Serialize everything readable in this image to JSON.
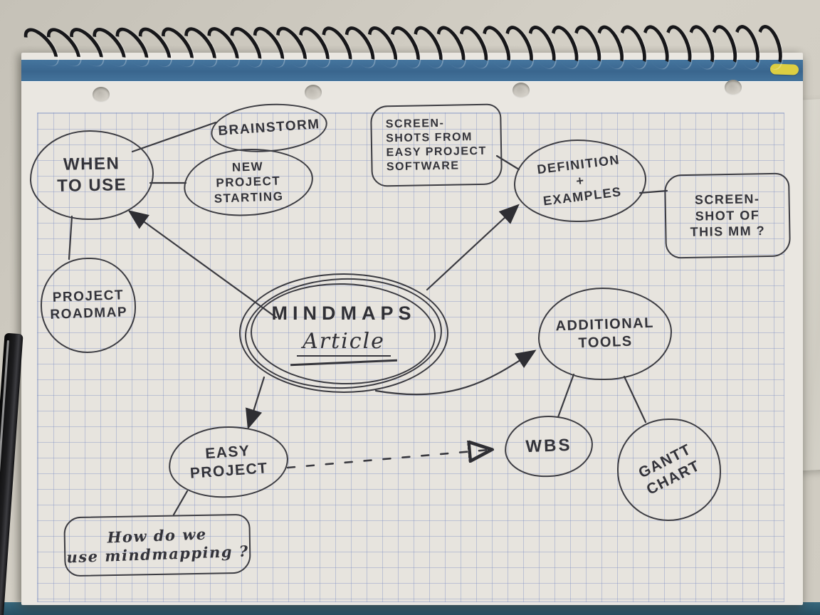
{
  "mindmap": {
    "center": {
      "title": "MINDMAPS",
      "subtitle": "Article"
    },
    "nodes": {
      "when_to_use": {
        "label": "WHEN\nTO USE"
      },
      "brainstorm": {
        "label": "BRAINSTORM"
      },
      "new_project_starting": {
        "label": "NEW\nPROJECT\nSTARTING"
      },
      "project_roadmap": {
        "label": "PROJECT\nROADMAP"
      },
      "screenshots_from_easy_project": {
        "label": "SCREEN-\nSHOTS FROM\nEASY PROJECT\nSOFTWARE"
      },
      "definition_examples": {
        "label": "DEFINITION\n+\nEXAMPLES"
      },
      "screenshot_of_this_mm": {
        "label": "SCREEN-\nSHOT OF\nTHIS MM ?"
      },
      "additional_tools": {
        "label": "ADDITIONAL\nTOOLS"
      },
      "wbs": {
        "label": "WBS"
      },
      "gantt_chart": {
        "label": "GANTT\nCHART"
      },
      "easy_project": {
        "label": "EASY\nPROJECT"
      },
      "how_do_we_use_mindmapping": {
        "label": "How do we\nuse mindmapping ?"
      }
    },
    "edges": [
      {
        "from": "mindmaps_article",
        "to": "when_to_use",
        "type": "arrow"
      },
      {
        "from": "mindmaps_article",
        "to": "definition_examples",
        "type": "arrow"
      },
      {
        "from": "mindmaps_article",
        "to": "additional_tools",
        "type": "arrow"
      },
      {
        "from": "mindmaps_article",
        "to": "easy_project",
        "type": "arrow"
      },
      {
        "from": "when_to_use",
        "to": "brainstorm",
        "type": "line"
      },
      {
        "from": "when_to_use",
        "to": "new_project_starting",
        "type": "line"
      },
      {
        "from": "when_to_use",
        "to": "project_roadmap",
        "type": "line"
      },
      {
        "from": "screenshots_from_easy_project",
        "to": "definition_examples",
        "type": "line"
      },
      {
        "from": "definition_examples",
        "to": "screenshot_of_this_mm",
        "type": "line"
      },
      {
        "from": "additional_tools",
        "to": "wbs",
        "type": "line"
      },
      {
        "from": "additional_tools",
        "to": "gantt_chart",
        "type": "line"
      },
      {
        "from": "easy_project",
        "to": "wbs",
        "type": "dashed-arrow"
      },
      {
        "from": "easy_project",
        "to": "how_do_we_use_mindmapping",
        "type": "line"
      }
    ],
    "colors": {
      "ink": "#3a3a40",
      "grid_line": "#8091c4",
      "paper": "#e7e4de",
      "band_blue": "#3a668e",
      "desk_teal": "#2b5a70",
      "tab_yellow": "#ddce42"
    }
  }
}
